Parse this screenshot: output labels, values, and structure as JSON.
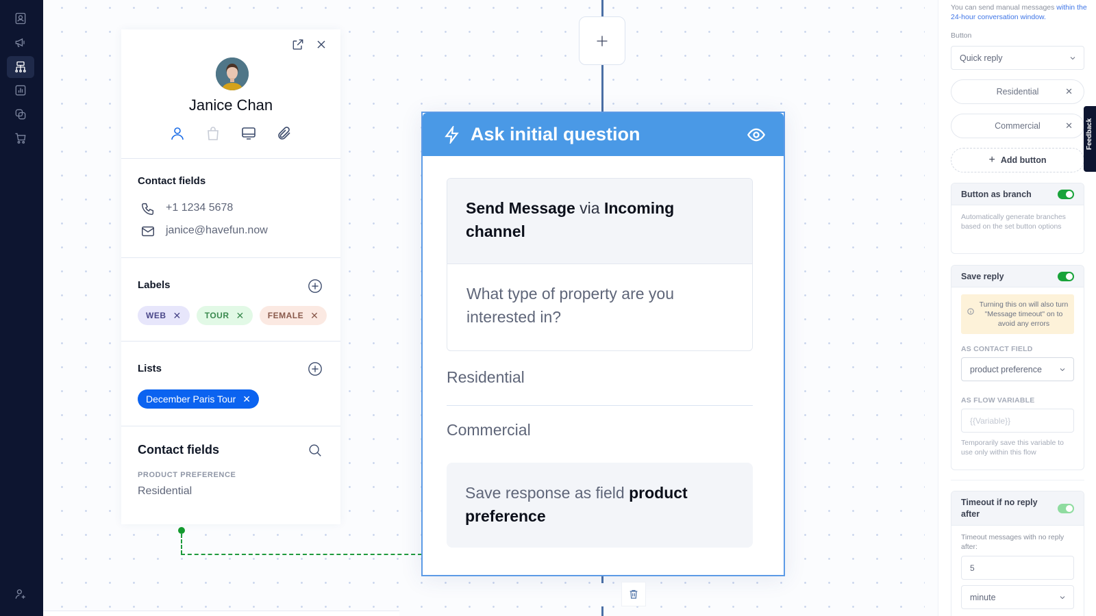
{
  "nav": {
    "items": [
      {
        "name": "contacts",
        "icon": "contact-card-icon",
        "active": false
      },
      {
        "name": "broadcasts",
        "icon": "megaphone-icon",
        "active": false
      },
      {
        "name": "flows",
        "icon": "flow-builder-icon",
        "active": true
      },
      {
        "name": "reports",
        "icon": "bar-chart-icon",
        "active": false
      },
      {
        "name": "integrations",
        "icon": "layers-icon",
        "active": false
      },
      {
        "name": "commerce",
        "icon": "cart-icon",
        "active": false
      },
      {
        "name": "invite-user",
        "icon": "user-plus-icon",
        "active": false
      }
    ]
  },
  "contact": {
    "name": "Janice Chan",
    "phone": "+1 1234 5678",
    "email": "janice@havefun.now",
    "contact_fields_title": "Contact fields",
    "labels_title": "Labels",
    "labels": [
      {
        "text": "WEB",
        "bg": "#e7e6fb",
        "fg": "#4a4789"
      },
      {
        "text": "TOUR",
        "bg": "#e2f9e6",
        "fg": "#3b8a4f"
      },
      {
        "text": "FEMALE",
        "bg": "#fbe9e2",
        "fg": "#8a5a4c"
      }
    ],
    "lists_title": "Lists",
    "lists": [
      {
        "text": "December Paris Tour"
      }
    ],
    "fields_search_title": "Contact fields",
    "fields": [
      {
        "label": "PRODUCT PREFERENCE",
        "value": "Residential"
      }
    ]
  },
  "flow": {
    "add_step_symbol": "+",
    "node": {
      "title": "Ask initial question",
      "send_bold1": "Send Message",
      "send_via": " via ",
      "send_bold2": "Incoming channel",
      "question": "What type of property are you interested in?",
      "options": [
        "Residential",
        "Commercial"
      ],
      "save_prefix": "Save response as field ",
      "save_field": "product preference"
    }
  },
  "panel": {
    "note_text": "You can send manual messages ",
    "note_link": "within the 24-hour conversation window.",
    "button_label": "Button",
    "button_type": "Quick reply",
    "buttons": [
      "Residential",
      "Commercial"
    ],
    "add_button": "Add button",
    "branch_title": "Button as branch",
    "branch_desc": "Automatically generate branches based on the set button options",
    "save_reply_title": "Save reply",
    "save_reply_warning": "Turning this on will also turn \"Message timeout\" on to avoid any errors",
    "as_contact_field_label": "AS CONTACT FIELD",
    "as_contact_field_value": "product preference",
    "as_flow_variable_label": "AS FLOW VARIABLE",
    "as_flow_variable_placeholder": "{{Variable}}",
    "flow_variable_hint": "Temporarily save this variable to use only within this flow",
    "timeout_title": "Timeout if no reply after",
    "timeout_desc": "Timeout messages with no reply after:",
    "timeout_value": "5",
    "timeout_unit": "minute",
    "feedback_tab": "Feedback"
  }
}
